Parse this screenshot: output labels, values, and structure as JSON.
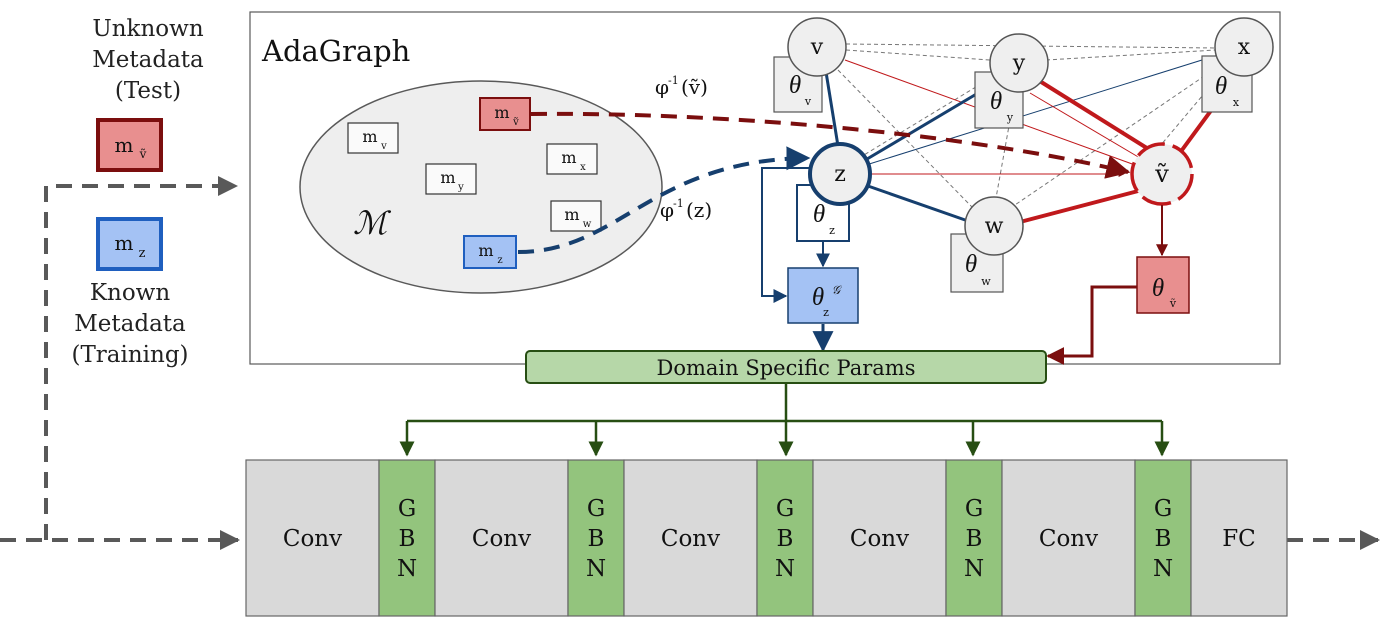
{
  "left_panel": {
    "unknown_label": [
      "Unknown",
      "Metadata",
      "(Test)"
    ],
    "unknown_box": {
      "base": "m",
      "sub": "ṽ"
    },
    "known_box": {
      "base": "m",
      "sub": "z"
    },
    "known_label": [
      "Known",
      "Metadata",
      "(Training)"
    ]
  },
  "adagraph": {
    "title": "AdaGraph",
    "set_symbol": "ℳ",
    "metadata_items": [
      {
        "base": "m",
        "sub": "v"
      },
      {
        "base": "m",
        "sub": "ṽ"
      },
      {
        "base": "m",
        "sub": "x"
      },
      {
        "base": "m",
        "sub": "y"
      },
      {
        "base": "m",
        "sub": "w"
      },
      {
        "base": "m",
        "sub": "z"
      }
    ],
    "phi_test": {
      "text": "φ",
      "sup": "-1",
      "arg": "(ṽ)"
    },
    "phi_train": {
      "text": "φ",
      "sup": "-1",
      "arg": "(z)"
    },
    "nodes": {
      "v": "v",
      "y": "y",
      "x": "x",
      "z": "z",
      "w": "w",
      "vt": "ṽ"
    },
    "params": {
      "v": {
        "base": "θ",
        "sub": "v"
      },
      "y": {
        "base": "θ",
        "sub": "y"
      },
      "x": {
        "base": "θ",
        "sub": "x"
      },
      "z": {
        "base": "θ",
        "sub": "z"
      },
      "w": {
        "base": "θ",
        "sub": "w"
      },
      "vt": {
        "base": "θ",
        "sub": "ṽ"
      },
      "zg": {
        "base": "θ",
        "sub": "z",
        "sup": "𝒢"
      }
    },
    "domain_params_label": "Domain Specific Params"
  },
  "network": {
    "blocks": [
      "Conv",
      "G\nB\nN",
      "Conv",
      "G\nB\nN",
      "Conv",
      "G\nB\nN",
      "Conv",
      "G\nB\nN",
      "Conv",
      "G\nB\nN",
      "FC"
    ]
  },
  "colors": {
    "red_dark": "#7b0e0e",
    "red": "#c0191c",
    "red_fill": "#e88f8f",
    "blue_dark": "#163f6e",
    "blue": "#1f5fbf",
    "blue_fill": "#a4c2f4",
    "green_fill": "#93c47d",
    "green_light": "#b6d7a8",
    "green_dark": "#274e13",
    "block_gray": "#d9d9d9",
    "arrow_gray": "#595959"
  }
}
